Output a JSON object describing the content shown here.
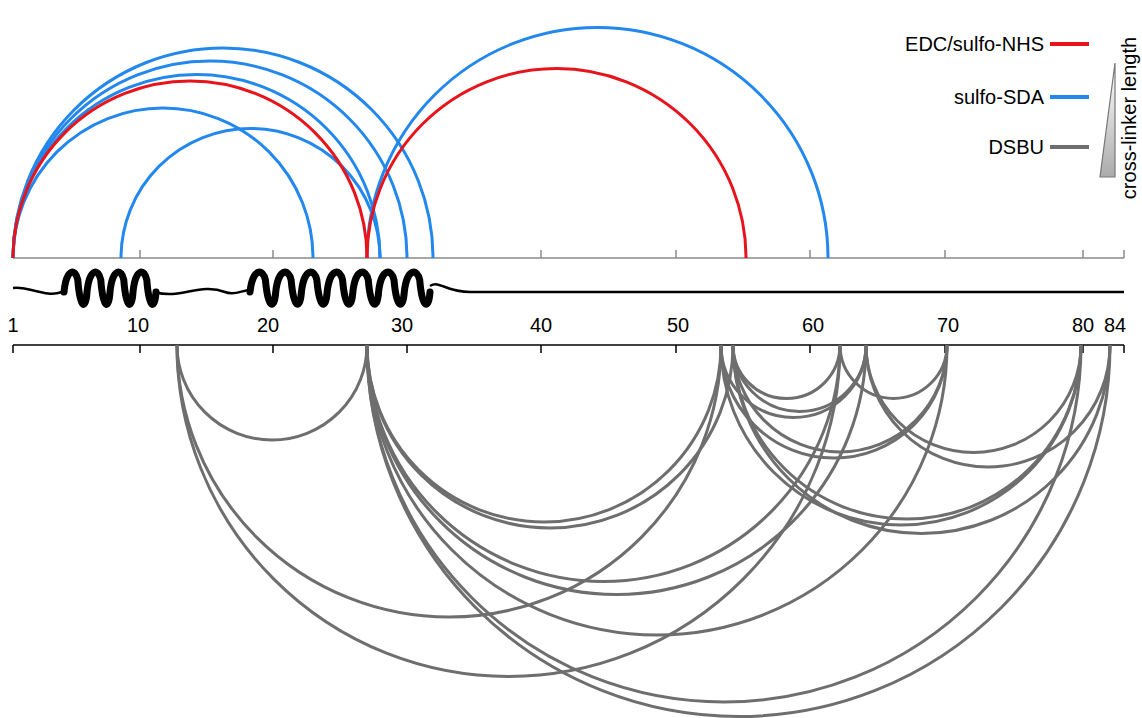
{
  "diagram": {
    "labels": [
      "1",
      "10",
      "20",
      "30",
      "40",
      "50",
      "60",
      "70",
      "80",
      "84",
      "cross-linker length"
    ],
    "legend": [
      {
        "text": "EDC/sulfo-NHS",
        "color": "#e8141c"
      },
      {
        "text": "sulfo-SDA",
        "color": "#2288ee"
      },
      {
        "text": "DSBU",
        "color": "#6e6e6e"
      }
    ]
  }
}
